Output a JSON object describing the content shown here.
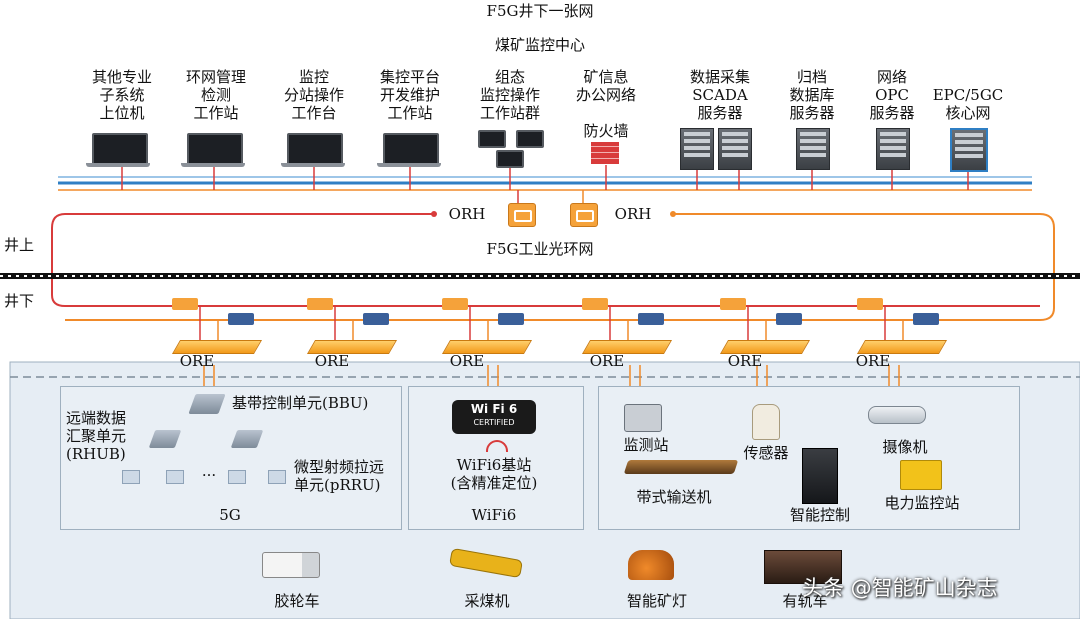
{
  "header": {
    "title": "F5G井下一张网",
    "center": "煤矿监控中心"
  },
  "top_nodes": [
    {
      "label": "其他专业\n子系统\n上位机"
    },
    {
      "label": "环网管理\n检测\n工作站"
    },
    {
      "label": "监控\n分站操作\n工作台"
    },
    {
      "label": "集控平台\n开发维护\n工作站"
    },
    {
      "label": "组态\n监控操作\n工作站群"
    },
    {
      "label": "矿信息\n办公网络"
    },
    {
      "label": "防火墙"
    },
    {
      "label": "数据采集\nSCADA\n服务器"
    },
    {
      "label": "归档\n数据库\n服务器"
    },
    {
      "label": "网络\nOPC\n服务器"
    },
    {
      "label": "EPC/5GC\n核心网"
    }
  ],
  "ring": {
    "orh_left": "ORH",
    "orh_right": "ORH",
    "label": "F5G工业光环网",
    "above_ground": "井上",
    "below_ground": "井下"
  },
  "ore_label": "ORE",
  "panels": {
    "g5": {
      "title": "5G",
      "bbu": "基带控制单元(BBU)",
      "rhub": "远端数据\n汇聚单元\n(RHUB)",
      "prru": "微型射频拉远\n单元(pRRU)",
      "dots": "···"
    },
    "wifi": {
      "title": "WiFi6",
      "logo_top": "Wi Fi 6",
      "logo_bottom": "CERTIFIED",
      "station": "WiFi6基站\n(含精准定位)"
    },
    "devices": {
      "monitor_station": "监测站",
      "sensor": "传感器",
      "camera": "摄像机",
      "conveyor": "带式输送机",
      "smart_control": "智能控制",
      "power_station": "电力监控站"
    }
  },
  "bottom_devices": {
    "truck": "胶轮车",
    "shearer": "采煤机",
    "lamp": "智能矿灯",
    "rail": "有轨车"
  },
  "watermark": "头条 @智能矿山杂志",
  "colors": {
    "blue_bus": "#2f7fc4",
    "red_line": "#d83b3b",
    "orange_line": "#f08a2a",
    "panel_bg": "#e6edf4"
  }
}
